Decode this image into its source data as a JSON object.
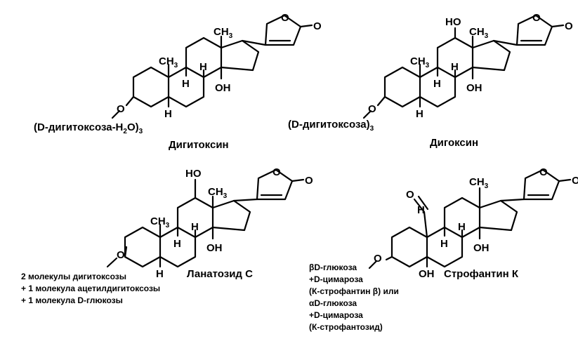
{
  "colors": {
    "ink": "#000000",
    "background": "#ffffff"
  },
  "atoms": {
    "O": "O",
    "H": "H",
    "CH": "CH",
    "sub3": "3",
    "HO": "HO",
    "OH": "OH"
  },
  "compounds": [
    {
      "name": "Дигитоксин",
      "sugar_main": "(D-дигитоксоза-H",
      "sugar_sub": "2",
      "sugar_tail": "O)",
      "sugar_sub2": "3"
    },
    {
      "name": "Дигоксин",
      "sugar_main": "(D-дигитоксоза)",
      "sugar_sub": "3"
    },
    {
      "name": "Ланатозид С",
      "notes": [
        "2 молекулы дигитоксозы",
        "+ 1 молекула ацетилдигитоксозы",
        "+ 1 молекула D-глюкозы"
      ]
    },
    {
      "name": "Строфантин К",
      "notes": [
        "βD-глюкоза",
        "+D-цимароза",
        "(К-строфантин β) или",
        "αD-глюкоза",
        "+D-цимароза",
        "(К-строфантозид)"
      ]
    }
  ]
}
